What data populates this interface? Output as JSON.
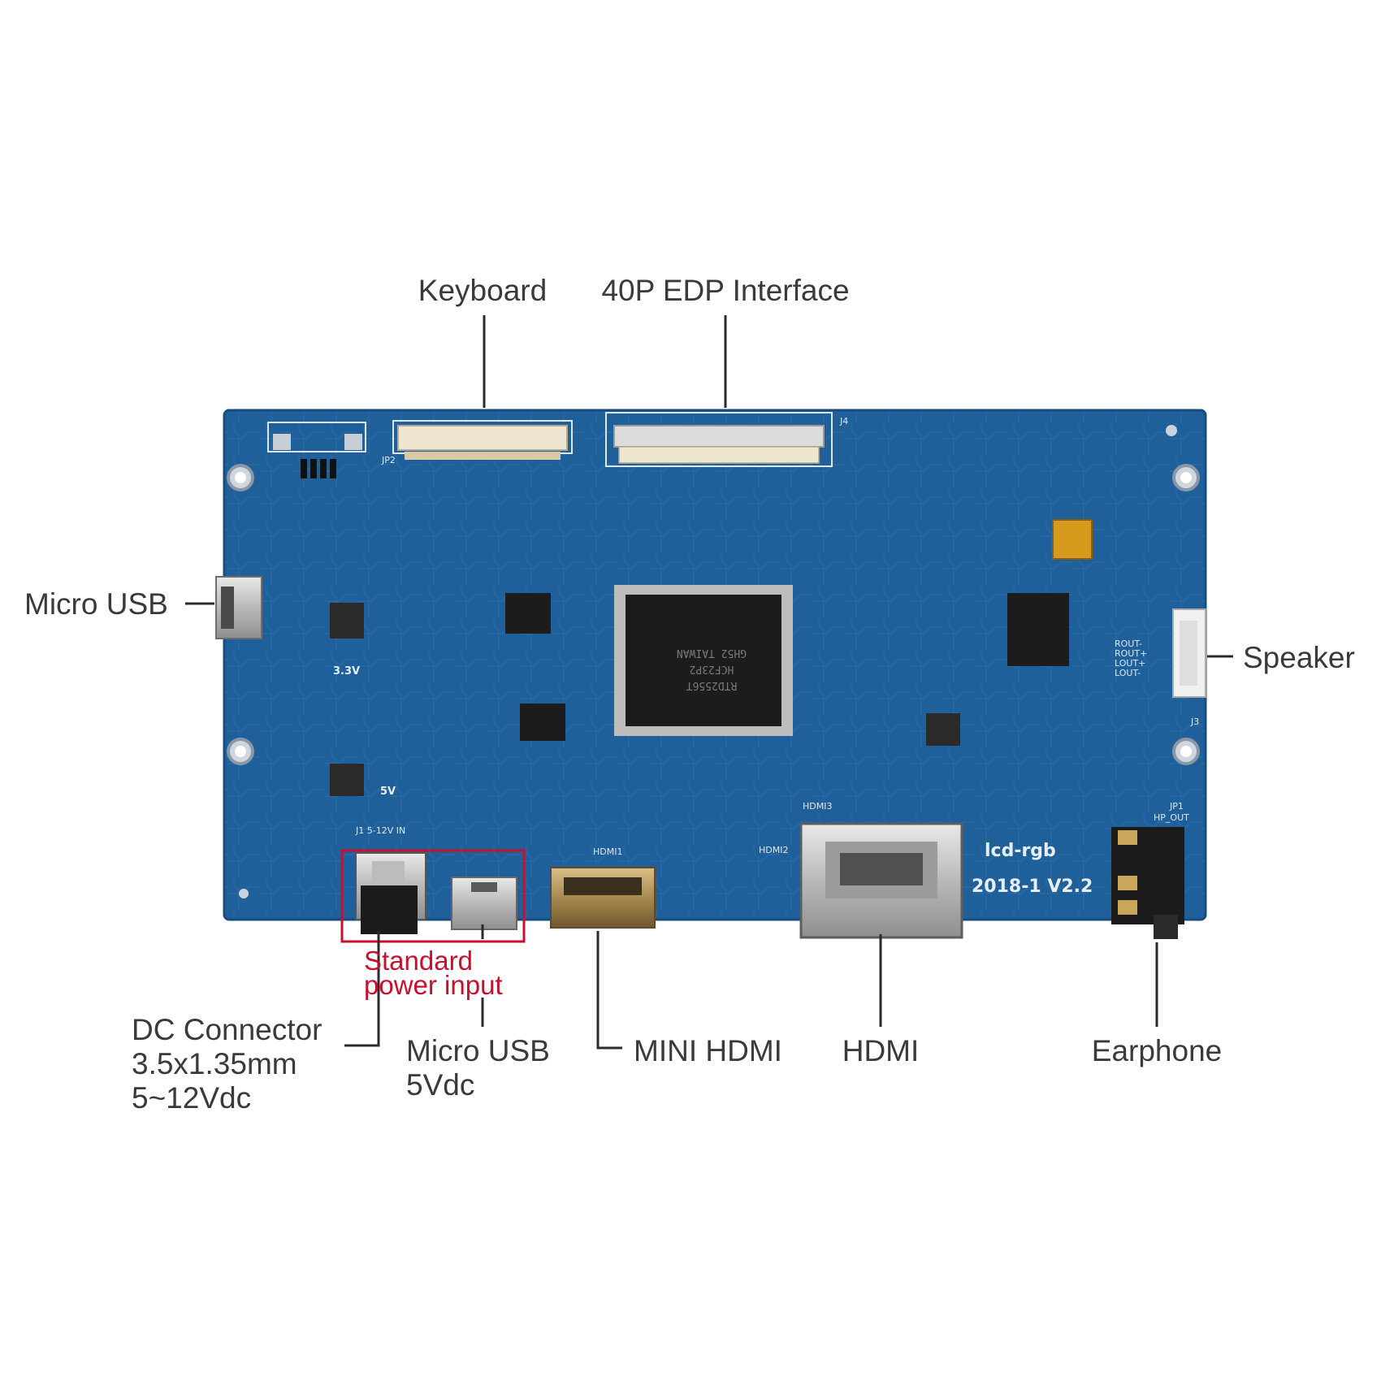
{
  "callouts": {
    "keyboard": "Keyboard",
    "edp": "40P EDP Interface",
    "micro_usb_left": "Micro USB",
    "speaker": "Speaker",
    "standard_power": [
      "Standard",
      "power input"
    ],
    "dc_connector": [
      "DC Connector",
      "3.5x1.35mm",
      "5~12Vdc"
    ],
    "micro_usb_bottom": [
      "Micro USB",
      "5Vdc"
    ],
    "mini_hdmi": "MINI HDMI",
    "hdmi": "HDMI",
    "earphone": "Earphone"
  },
  "board": {
    "model": "lcd-rgb",
    "revision": "2018-1  V2.2",
    "chip_lines": [
      "RTD2556T",
      "HCF23P2",
      "GH52 TAIWAN"
    ],
    "silk": {
      "v33": "3.3V",
      "v5": "5V",
      "j1": "J1  5-12V  IN",
      "hdmi3": "HDMI3",
      "hdmi1": "HDMI1",
      "hdmi2": "HDMI2",
      "jp1": "JP1",
      "hp_out": "HP_OUT",
      "j3": "J3",
      "j4": "J4",
      "jp2": "JP2",
      "rout_minus": "ROUT-",
      "rout_plus": "ROUT+",
      "lout_plus": "LOUT+",
      "lout_minus": "LOUT-"
    }
  },
  "colors": {
    "pcb": "#1f5f9a",
    "pcb_dark": "#174c80",
    "highlight": "#c8102e",
    "text": "#3a3a3a"
  }
}
